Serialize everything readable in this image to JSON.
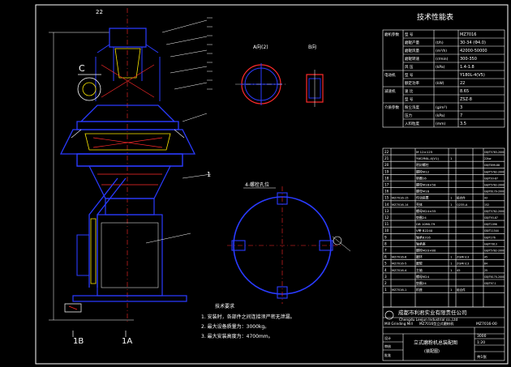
{
  "section_labels": {
    "view_a": "A向(2)",
    "view_b": "B向",
    "section_c": "C",
    "section_1a": "1A",
    "section_1b": "1B",
    "round_label": "4-螺栓孔位",
    "leader_right": "1",
    "leader_top": "22"
  },
  "tech_params": {
    "title": "技术性能表",
    "rows": [
      {
        "group": "磨机参数",
        "name": "型 号",
        "unit": "",
        "value": "MZ7016"
      },
      {
        "group": "",
        "name": "磨辊产量",
        "unit": "(t/h)",
        "value": "30-34 (Φ4.0)"
      },
      {
        "group": "",
        "name": "磨辊风量",
        "unit": "(m³/h)",
        "value": "42000-50000"
      },
      {
        "group": "",
        "name": "磨辊转速",
        "unit": "(r/min)",
        "value": "300-350"
      },
      {
        "group": "",
        "name": "风 压",
        "unit": "(kPa)",
        "value": "1.4-1.8"
      },
      {
        "group": "电动机",
        "name": "型 号",
        "unit": "",
        "value": "Y180L-4(V5)"
      },
      {
        "group": "",
        "name": "额定功率",
        "unit": "(kW)",
        "value": "22"
      },
      {
        "group": "减速机",
        "name": "速 比",
        "unit": "",
        "value": "8.65"
      },
      {
        "group": "",
        "name": "型 号",
        "unit": "",
        "value": "ZSZ-8"
      },
      {
        "group": "介质参数",
        "name": "粉尘浓度",
        "unit": "(g/m³)",
        "value": "3"
      },
      {
        "group": "",
        "name": "压力",
        "unit": "(kPa)",
        "value": "7"
      },
      {
        "group": "",
        "name": "入料粒度",
        "unit": "(mm)",
        "value": "3.5"
      }
    ]
  },
  "notes": {
    "title": "技术要求",
    "items": [
      "1. 安装时，各部件之间连接须严密无泄漏。",
      "2. 最大设备质量为：3000kg。",
      "3. 最大安装高度为：4700mm。"
    ]
  },
  "parts_list": {
    "rows": [
      {
        "no": "22",
        "code": "",
        "name": "M 12×125",
        "qty": "",
        "material": "",
        "remark": "GB/T5783-2000"
      },
      {
        "no": "21",
        "code": "",
        "name": "YW2R6L-4(V1)",
        "qty": "1",
        "material": "",
        "remark": "22kw"
      },
      {
        "no": "20",
        "code": "",
        "name": "密封螺柱",
        "qty": "",
        "material": "",
        "remark": "GB/T899-88"
      },
      {
        "no": "19",
        "code": "",
        "name": "螺栓M12",
        "qty": "",
        "material": "",
        "remark": "GB/T5782-2000"
      },
      {
        "no": "18",
        "code": "",
        "name": "垫圈16",
        "qty": "",
        "material": "",
        "remark": "GB/T93-87"
      },
      {
        "no": "17",
        "code": "",
        "name": "螺母M16×50",
        "qty": "",
        "material": "",
        "remark": "GB/T5782-2000"
      },
      {
        "no": "16",
        "code": "",
        "name": "螺母M16",
        "qty": "",
        "material": "",
        "remark": "GB/T6170-2000"
      },
      {
        "no": "15",
        "code": "MZ7016-15",
        "name": "传动装置",
        "qty": "1",
        "material": "组合件",
        "remark": "43"
      },
      {
        "no": "14",
        "code": "MZ7016-14",
        "name": "壳体",
        "qty": "1",
        "material": "Q235-A",
        "remark": "152"
      },
      {
        "no": "13",
        "code": "",
        "name": "螺母M24×55",
        "qty": "",
        "material": "",
        "remark": "GB/T5782-2000"
      },
      {
        "no": "12",
        "code": "",
        "name": "垫圈24",
        "qty": "",
        "material": "",
        "remark": "GB/T93-87"
      },
      {
        "no": "11",
        "code": "",
        "name": "GB 1096-79",
        "qty": "",
        "material": "",
        "remark": "GB/T1096"
      },
      {
        "no": "10",
        "code": "",
        "name": "V带 B2240",
        "qty": "",
        "material": "",
        "remark": "GB/T11544"
      },
      {
        "no": "9",
        "code": "",
        "name": "轴承6316",
        "qty": "",
        "material": "",
        "remark": "GB/T276"
      },
      {
        "no": "8",
        "code": "",
        "name": "轴承座",
        "qty": "",
        "material": "",
        "remark": "GB/T7813"
      },
      {
        "no": "7",
        "code": "",
        "name": "螺栓M20×80",
        "qty": "",
        "material": "",
        "remark": "GB/T5782-2000"
      },
      {
        "no": "6",
        "code": "MZ7016-6",
        "name": "磨环",
        "qty": "1",
        "material": "ZGMn13",
        "remark": "45"
      },
      {
        "no": "5",
        "code": "MZ7016-5",
        "name": "磨辊",
        "qty": "1",
        "material": "ZGMn13",
        "remark": "84"
      },
      {
        "no": "4",
        "code": "MZ7016-4",
        "name": "主轴",
        "qty": "1",
        "material": "45",
        "remark": "25"
      },
      {
        "no": "3",
        "code": "",
        "name": "螺母M24",
        "qty": "",
        "material": "",
        "remark": "GB/T6170-2000"
      },
      {
        "no": "2",
        "code": "",
        "name": "垫圈24",
        "qty": "",
        "material": "",
        "remark": "GB/T97.1"
      },
      {
        "no": "1",
        "code": "MZ7016-1",
        "name": "机座",
        "qty": "1",
        "material": "组合件",
        "remark": ""
      }
    ],
    "header": {
      "no": "序号",
      "code": "代号",
      "name": "名称",
      "qty": "数量",
      "material": "材料",
      "remark": "备注"
    }
  },
  "title_block": {
    "company": "成都市利君实业有限责任公司",
    "company_en": "Chengdu Leejun Industrial co.,Ltd",
    "drawing_no": "MZ7016-00",
    "product_name": "MZ7016型立式磨粉机",
    "product_en": "Mill Grinding Mill",
    "drawing_title": "立式磨粉机总装配图",
    "drawing_subtitle": "(装配图)",
    "scale": "1:20",
    "sheet": "共1张",
    "weight": "3000",
    "designer_label": "设计",
    "checker_label": "审核",
    "approver_label": "批准"
  }
}
